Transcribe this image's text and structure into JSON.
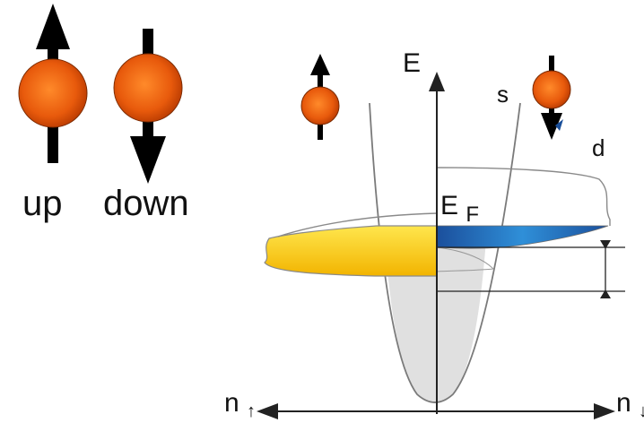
{
  "spin_legend": {
    "up_label": "up",
    "down_label": "down"
  },
  "axes": {
    "energy_label": "E",
    "fermi_label_main": "E",
    "fermi_label_sub": "F",
    "left_axis_label": "n",
    "left_axis_arrow": "↑",
    "right_axis_label": "n",
    "right_axis_arrow": "↓"
  },
  "bands": {
    "s_band_label": "s",
    "d_band_label": "d"
  },
  "colors": {
    "electron_outer": "#c23d00",
    "electron_inner": "#ff7a1a",
    "spin_arrow": "#000000",
    "up_band_fill_light": "#ffe24a",
    "up_band_fill_dark": "#f3b800",
    "down_band_fill_light": "#2f8ed6",
    "down_band_fill_dark": "#1a4f9a",
    "s_band_fill": "#e2e2e2",
    "outline": "#777777"
  }
}
